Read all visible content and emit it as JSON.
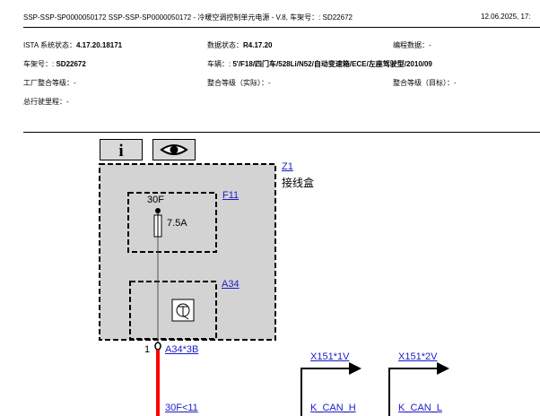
{
  "header": {
    "title": "SSP-SSP-SP0000050172  SSP-SSP-SP0000050172  - 冷暖空调控制单元电源 - V.8, 车架号：: SD22672",
    "date": "12.06.2025,  17:"
  },
  "meta": {
    "ista_label": "ISTA 系统状态：",
    "ista_value": "4.17.20.18171",
    "data_label": "数据状态：",
    "data_value": "R4.17.20",
    "programming_label": "编程数据：-",
    "vin_label": "车架号：:",
    "vin_value": "SD22672",
    "vehicle_label": "车辆：:",
    "vehicle_value": "5'/F18/四门车/528Li/N52/自动变速箱/ECE/左座驾驶型/2010/09",
    "factory_label": "工厂整合等级：-",
    "integration_actual": "整合等级（实际）：-",
    "integration_target": "整合等级（目标）：-",
    "mileage_label": "总行驶里程：-"
  },
  "toolbar": {
    "info_icon": "i",
    "eye_icon": "eye"
  },
  "diagram": {
    "z1_link": "Z1",
    "z1_desc": "接线盒",
    "f11_link": "F11",
    "fuse_pin": "30F",
    "fuse_rating": "7.5A",
    "a34_link": "A34",
    "pin_number": "1",
    "a34_connector": "A34*3B",
    "x151_1v": "X151*1V",
    "x151_2v": "X151*2V",
    "wire_30f": "30F<11",
    "k_can_h": "K_CAN_H",
    "k_can_l": "K_CAN_L"
  },
  "colors": {
    "box_fill": "#d3d3d3",
    "wire_red": "#ff0000",
    "link": "#1a1acc"
  }
}
